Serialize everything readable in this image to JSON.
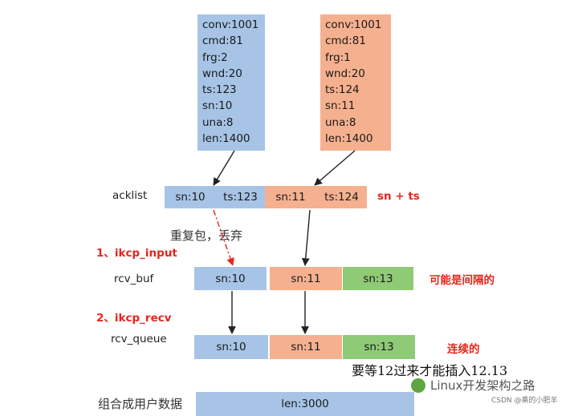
{
  "segments": {
    "left": [
      "conv:1001",
      "cmd:81",
      "frg:2",
      "wnd:20",
      "ts:123",
      "sn:10",
      "una:8",
      "len:1400"
    ],
    "right": [
      "conv:1001",
      "cmd:81",
      "frg:1",
      "wnd:20",
      "ts:124",
      "sn:11",
      "una:8",
      "len:1400"
    ]
  },
  "acklist": {
    "label": "acklist",
    "cells": [
      "sn:10",
      "ts:123",
      "sn:11",
      "ts:124"
    ],
    "note": "sn + ts"
  },
  "duplicate_note": "重复包，丢弃",
  "step1": "1、ikcp_input",
  "rcv_buf": {
    "label": "rcv_buf",
    "cells": [
      "sn:10",
      "sn:11",
      "sn:13"
    ],
    "note": "可能是间隔的"
  },
  "step2": "2、ikcp_recv",
  "rcv_queue": {
    "label": "rcv_queue",
    "cells": [
      "sn:10",
      "sn:11",
      "sn:13"
    ],
    "note": "连续的"
  },
  "wait_note": "要等12过来才能插入12.13",
  "bottom": {
    "label": "组合成用户数据",
    "cell": "len:3000"
  },
  "watermark": "Linux开发架构之路",
  "credit": "CSDN @乘的小肥羊"
}
